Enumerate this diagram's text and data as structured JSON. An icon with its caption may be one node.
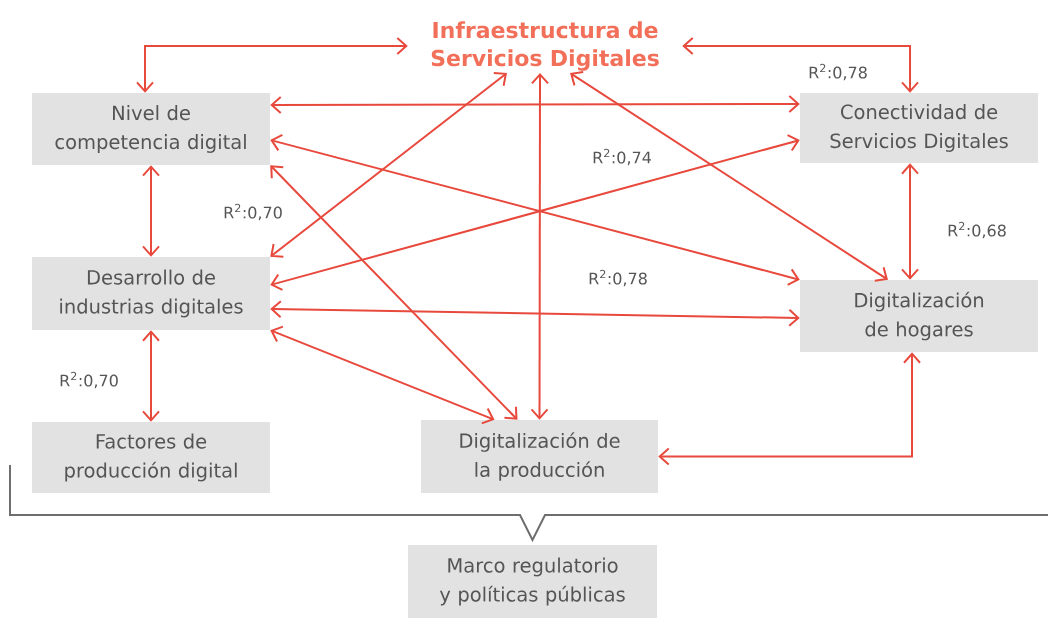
{
  "diagram": {
    "nodes": [
      {
        "text": [
          "Infraestructura de Servicios Digitales"
        ]
      },
      {
        "text": [
          "Nivel de competencia digital"
        ]
      },
      {
        "text": [
          "Conectividad de Servicios Digitales"
        ]
      },
      {
        "text": [
          "Desarrollo de industrias digitales"
        ]
      },
      {
        "text": [
          "Digitalización de hogares"
        ]
      },
      {
        "text": [
          "Factores de producción digital"
        ]
      },
      {
        "text": [
          "Digitalización de la producción"
        ]
      },
      {
        "text": [
          "Marco regulatorio y políticas públicas"
        ]
      }
    ],
    "edges": [
      {
        "from": 0,
        "to": 1,
        "arrow": "both"
      },
      {
        "from": 0,
        "to": 2,
        "arrow": "both",
        "label": "R$^{2}$:0,78"
      },
      {
        "from": 1,
        "to": 2,
        "arrow": "both"
      },
      {
        "from": 1,
        "to": 3,
        "arrow": "both"
      },
      {
        "from": 1,
        "to": 4,
        "arrow": "both"
      },
      {
        "from": 1,
        "to": 6,
        "arrow": "both"
      },
      {
        "from": 3,
        "to": 0,
        "arrow": "both"
      },
      {
        "from": 0,
        "to": 6,
        "arrow": "both"
      },
      {
        "from": 0,
        "to": 4,
        "arrow": "both"
      },
      {
        "from": 3,
        "to": 2,
        "arrow": "both"
      },
      {
        "from": 3,
        "to": 4,
        "arrow": "both"
      },
      {
        "from": 3,
        "to": 6,
        "arrow": "both"
      },
      {
        "from": 2,
        "to": 4,
        "arrow": "both",
        "label": "R$^{2}$:0,68"
      },
      {
        "from": 3,
        "to": 5,
        "arrow": "both",
        "label": "R$^{2}$:0,70"
      },
      {
        "from": 6,
        "to": 4,
        "arrow": "both"
      }
    ],
    "labels": [
      "R$^{2}$:0,74",
      "R$^{2}$:0,70",
      "R$^{2}$:0,78"
    ]
  }
}
